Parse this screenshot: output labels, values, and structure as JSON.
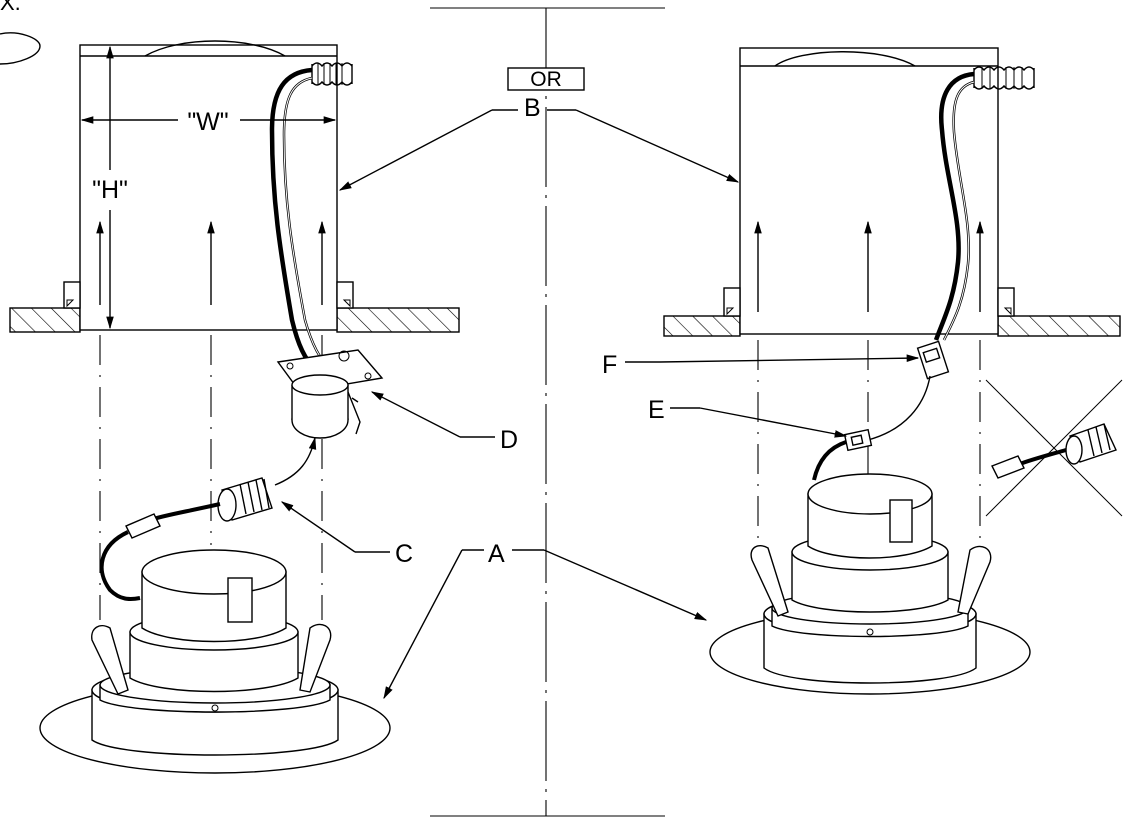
{
  "labels": {
    "a": "A",
    "b": "B",
    "c": "C",
    "d": "D",
    "e": "E",
    "f": "F",
    "or": "OR",
    "width": "\"W\"",
    "height": "\"H\"",
    "corner": "X."
  },
  "colors": {
    "ink": "#000000",
    "paper": "#ffffff"
  }
}
